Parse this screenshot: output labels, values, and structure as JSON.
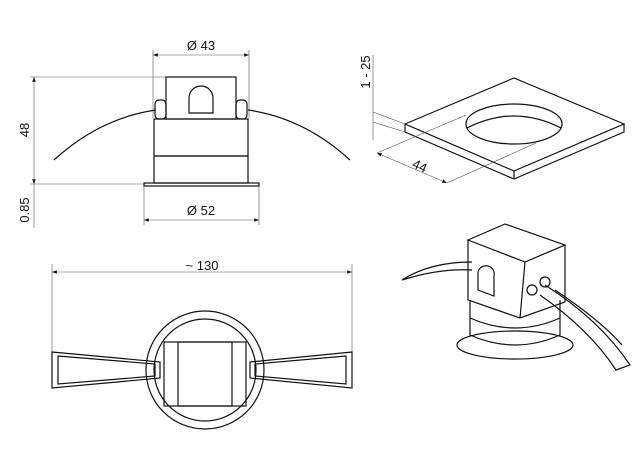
{
  "labels": {
    "top_diameter": "Ø 43",
    "height": "48",
    "flange_thickness": "0.85",
    "flange_diameter": "Ø 52",
    "ceiling_thickness": "1 - 25",
    "cutout": "44",
    "total_width": "~ 130"
  },
  "colors": {
    "line": "#111111",
    "dim": "#555555"
  }
}
